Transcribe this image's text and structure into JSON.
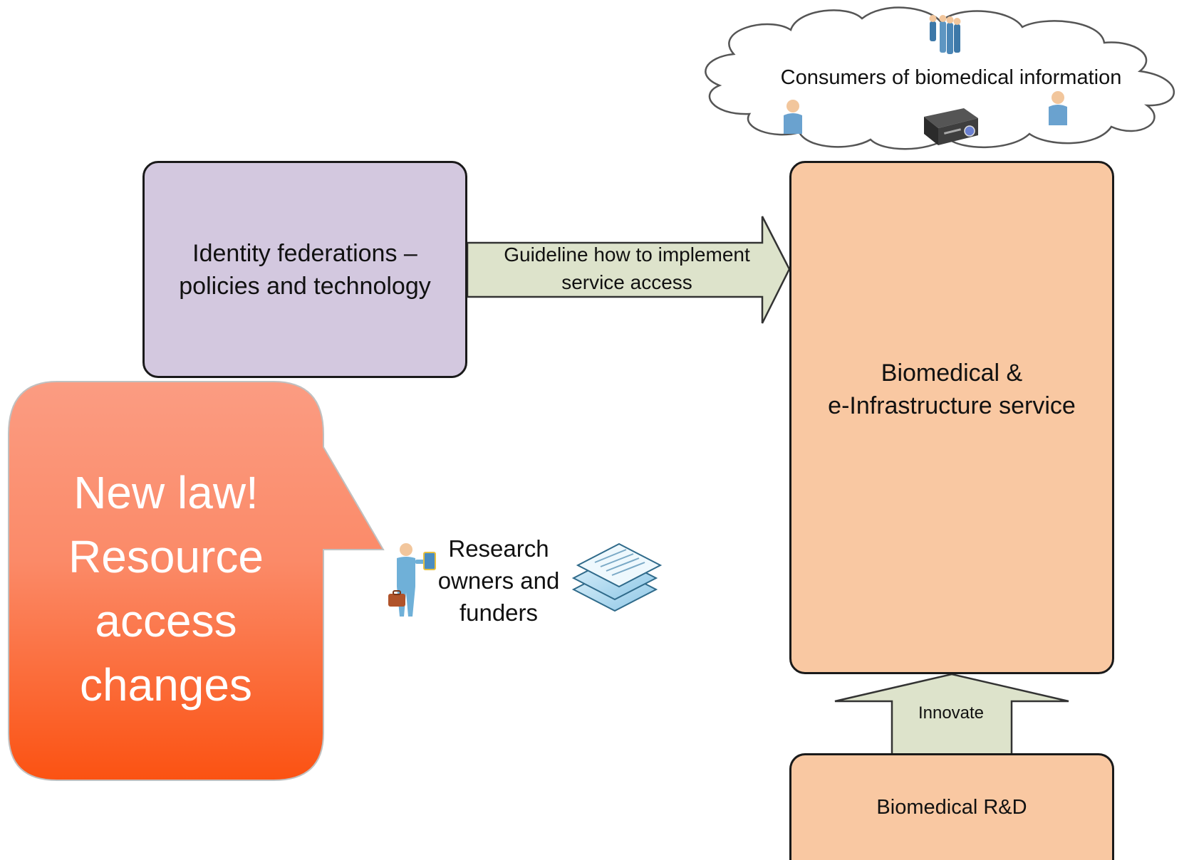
{
  "identity_box": {
    "lines": [
      "Identity federations –",
      "policies and technology"
    ]
  },
  "guideline_arrow": {
    "lines": [
      "Guideline how to implement",
      "service access"
    ]
  },
  "infra_box": {
    "lines": [
      "Biomedical &",
      "e-Infrastructure service"
    ]
  },
  "consumers_cloud": {
    "label": "Consumers of biomedical information"
  },
  "innovate_arrow": {
    "label": "Innovate"
  },
  "rd_box": {
    "label": "Biomedical R&D"
  },
  "research_label": {
    "lines": [
      "Research",
      "owners and",
      "funders"
    ]
  },
  "callout": {
    "lines": [
      "New law!",
      "Resource",
      "access",
      "changes"
    ]
  },
  "colors": {
    "identity_fill": "#d3c8df",
    "infra_fill": "#f9c8a2",
    "arrow_fill": "#dde3cb",
    "callout_top": "#fb9c82",
    "callout_bottom": "#fb5212"
  }
}
